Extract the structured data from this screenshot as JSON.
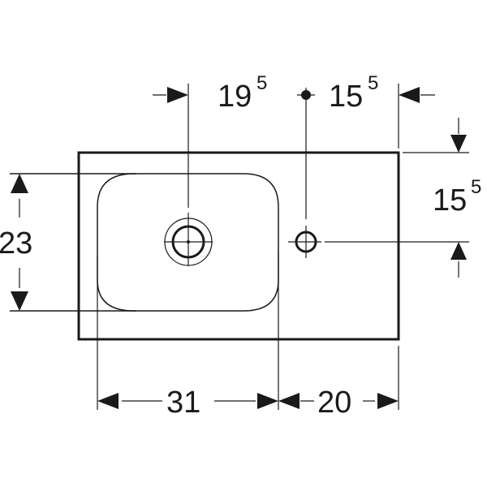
{
  "drawing": {
    "type": "washbasin plan view dimension drawing",
    "colors": {
      "line": "#1a1a1a",
      "background": "#ffffff"
    }
  },
  "dimensions": {
    "tap_hole_from_left_basin": {
      "main": "19",
      "sup": "5"
    },
    "tap_hole_from_right": {
      "main": "15",
      "sup": "5"
    },
    "tap_hole_from_back": {
      "main": "15",
      "sup": "5"
    },
    "basin_depth": {
      "main": "23"
    },
    "basin_width": {
      "main": "31"
    },
    "deck_width": {
      "main": "20"
    }
  },
  "features": {
    "drain": "drain-outlet",
    "tap_hole": "tap-hole"
  }
}
